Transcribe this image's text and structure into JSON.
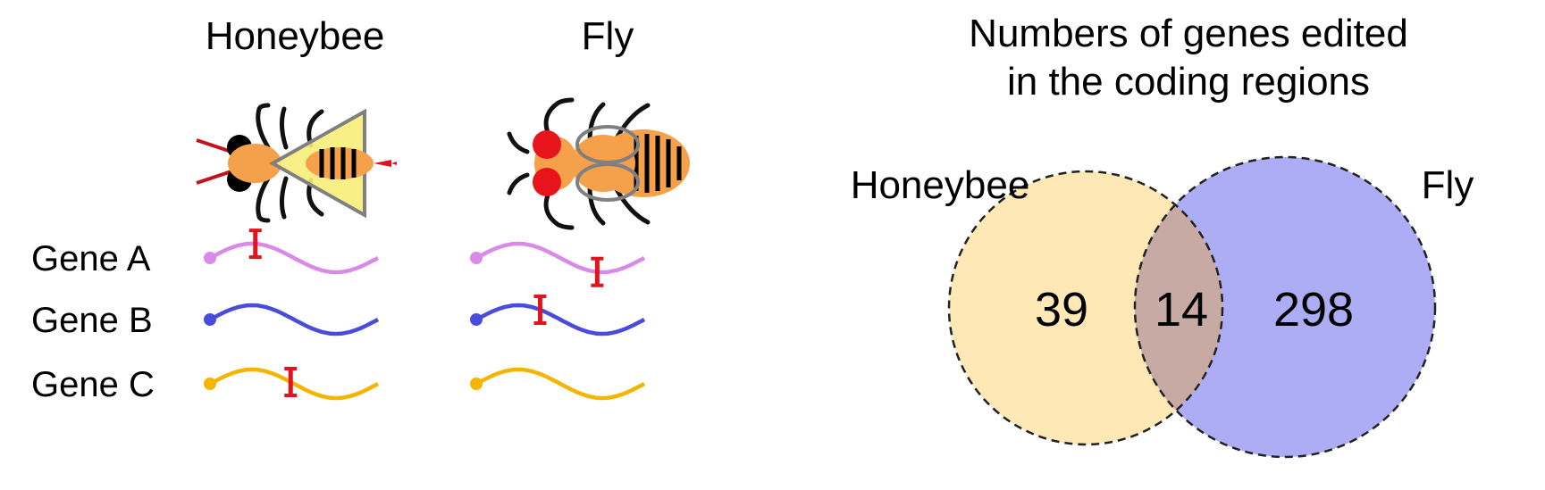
{
  "species": {
    "honeybee": "Honeybee",
    "fly": "Fly"
  },
  "genes": [
    {
      "label": "Gene A",
      "color": "#d98ae8",
      "honeybee_edited": true,
      "fly_edited": true
    },
    {
      "label": "Gene B",
      "color": "#4a4adb",
      "honeybee_edited": false,
      "fly_edited": true
    },
    {
      "label": "Gene C",
      "color": "#f5b400",
      "honeybee_edited": true,
      "fly_edited": false
    }
  ],
  "edit_marker_color": "#e0141e",
  "venn": {
    "title_line1": "Numbers of genes edited",
    "title_line2": "in the coding regions",
    "left_label": "Honeybee",
    "right_label": "Fly",
    "left_only": "39",
    "overlap": "14",
    "right_only": "298",
    "left_color": "#fde8b6",
    "right_color": "#adadf5",
    "overlap_color": "#c7aaa3"
  },
  "insect_colors": {
    "body": "#f5a04a",
    "wing_honeybee": "#f7ee7a",
    "eye_honeybee": "#000000",
    "eye_fly": "#e8141c",
    "stripes": "#000000",
    "wing_outline": "#808080"
  }
}
